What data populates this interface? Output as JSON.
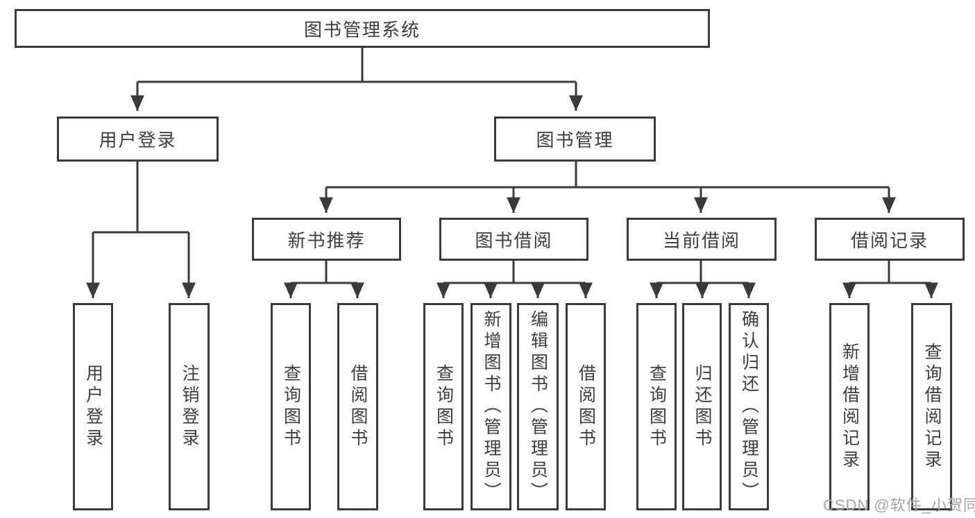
{
  "diagram": {
    "tree": {
      "root": "图书管理系统",
      "children": [
        {
          "label": "用户登录",
          "children": [
            "用户登录",
            "注销登录"
          ]
        },
        {
          "label": "图书管理",
          "children": [
            {
              "label": "新书推荐",
              "children": [
                "查询图书",
                "借阅图书"
              ]
            },
            {
              "label": "图书借阅",
              "children": [
                "查询图书",
                "新增图书（管理员）",
                "编辑图书（管理员）",
                "借阅图书"
              ]
            },
            {
              "label": "当前借阅",
              "children": [
                "查询图书",
                "归还图书",
                "确认归还（管理员）"
              ]
            },
            {
              "label": "借阅记录",
              "children": [
                "新增借阅记录",
                "查询借阅记录"
              ]
            }
          ]
        }
      ]
    },
    "watermark": "CSDN @软件_小贺同学",
    "colors": {
      "line": "#3a3a3a",
      "box_border": "#3a3a3a",
      "box_background": "#ffffff",
      "text": "#3d3d3d",
      "watermark": "#a5a5a5"
    }
  }
}
